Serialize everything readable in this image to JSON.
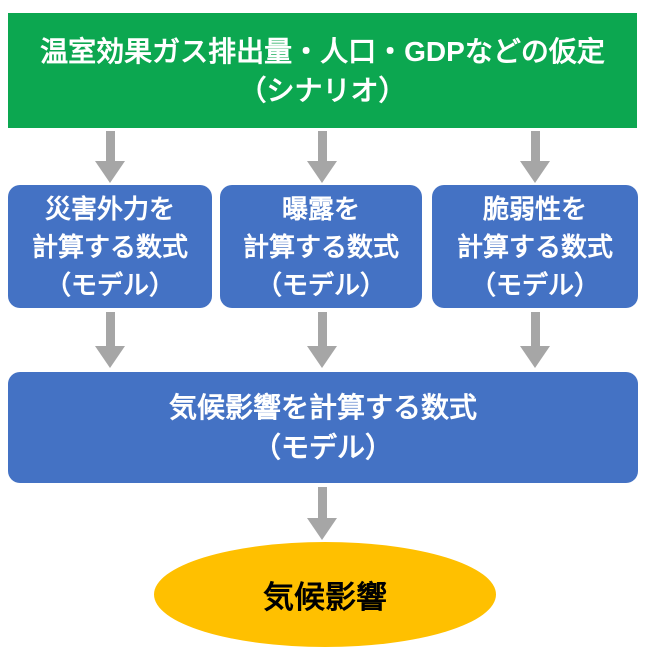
{
  "colors": {
    "scenario_green": "#0CA750",
    "model_blue": "#4472C4",
    "result_orange": "#FFC000",
    "arrow_gray": "#A6A6A6",
    "text_light": "#FFFFFF",
    "text_dark": "#000000"
  },
  "scenario_box": {
    "line1": "温室効果ガス排出量・人口・GDPなどの仮定",
    "line2": "（シナリオ）"
  },
  "model_boxes": [
    {
      "line1": "災害外力を",
      "line2": "計算する数式",
      "line3": "（モデル）"
    },
    {
      "line1": "曝露を",
      "line2": "計算する数式",
      "line3": "（モデル）"
    },
    {
      "line1": "脆弱性を",
      "line2": "計算する数式",
      "line3": "（モデル）"
    }
  ],
  "impact_model_box": {
    "line1": "気候影響を計算する数式",
    "line2": "（モデル）"
  },
  "result_ellipse": {
    "label": "気候影響"
  }
}
